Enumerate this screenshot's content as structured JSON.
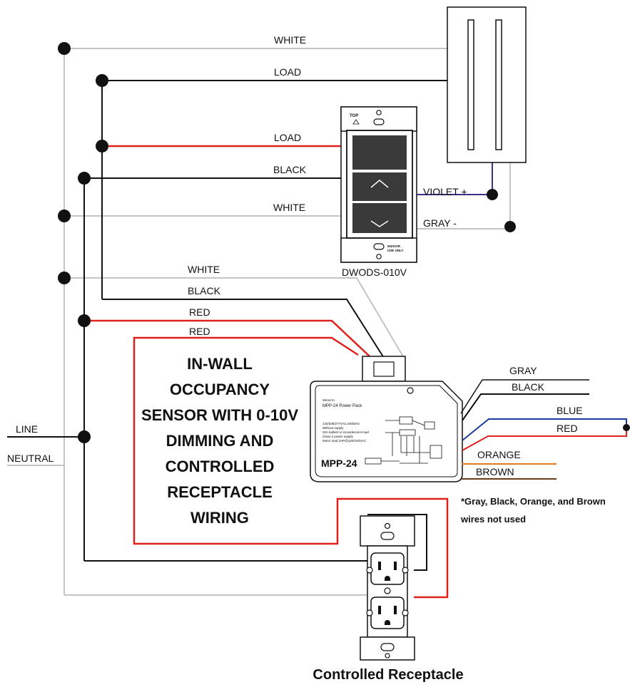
{
  "colors": {
    "white_wire": "#c4c4c4",
    "black_wire": "#111111",
    "red_wire": "#e0201c",
    "violet_wire": "#3a2f8a",
    "gray_wire": "#c4c4c4",
    "blue_wire": "#1c3a9e",
    "orange_wire": "#e07a1f",
    "brown_wire": "#6b3a1a"
  },
  "wire_labels": {
    "white_top": "WHITE",
    "load_top": "LOAD",
    "load_red": "LOAD",
    "black_switch": "BLACK",
    "white_switch": "WHITE",
    "violet": "VIOLET +",
    "gray_minus": "GRAY -",
    "white_pack": "WHITE",
    "black_pack": "BLACK",
    "red_pack_1": "RED",
    "red_pack_2": "RED",
    "line": "LINE",
    "neutral": "NEUTRAL",
    "gray_out": "GRAY",
    "black_out": "BLACK",
    "blue_out": "BLUE",
    "red_out": "RED",
    "orange_out": "ORANGE",
    "brown_out": "BROWN"
  },
  "switch": {
    "name": "DWODS-010V",
    "top_mark": "TOP",
    "indoor_1": "INDOOR",
    "indoor_2": "USE ONLY"
  },
  "power_pack": {
    "name": "MPP-24",
    "line_1": "Wired In",
    "line_2": "MPP-24 Power Pack",
    "line_3": "120/208/277VAC,60/50Hz",
    "line_4": "Without supply",
    "line_5": "20A ballast or incandescent load",
    "line_6": "Class 2 power supply",
    "line_7": "Motor load 1HP@120/240VAC"
  },
  "title_lines": [
    "IN-WALL",
    "OCCUPANCY",
    "SENSOR WITH 0-10V",
    "DIMMING AND",
    "CONTROLLED",
    "RECEPTACLE",
    "WIRING"
  ],
  "note_lines": [
    "*Gray, Black, Orange, and Brown",
    "wires not used"
  ],
  "receptacle_caption": "Controlled Receptacle"
}
